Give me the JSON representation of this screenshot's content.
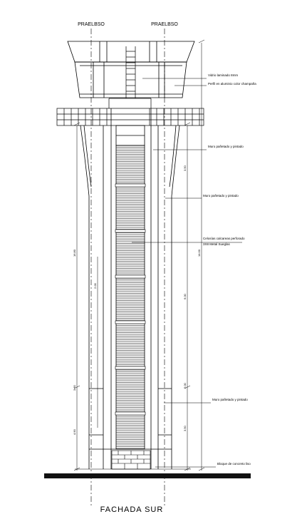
{
  "drawing": {
    "title": "FACHADA SUR",
    "axis_tags": [
      "PRAELBSO",
      "PRAELBSO"
    ],
    "annotations": [
      "Vidrio laminado 8mm",
      "Perfil en aluminio color champaña",
      "Muro pañetado y pintado",
      "Muro pañetado y pintado",
      "Celosías calcareas perforado",
      "3X8 Metal Sueglas",
      "Muro pañetado y pintado",
      "Bloque de concreto liso"
    ],
    "dimension_texts": [
      "16.80",
      "4.90",
      "3.60",
      "2.00",
      "3.50",
      "6.00",
      "14.00",
      "2.00",
      "3.50"
    ],
    "colors": {
      "line": "#000000",
      "ground": "#111111"
    }
  }
}
